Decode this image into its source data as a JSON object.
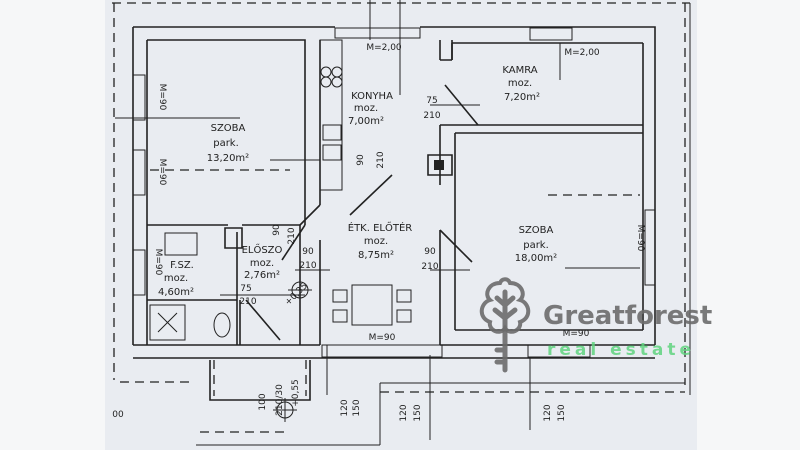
{
  "rooms": [
    {
      "name": "SZOBA",
      "floor": "park.",
      "area": "13,20m²"
    },
    {
      "name": "KONYHA",
      "floor": "moz.",
      "area": "7,00m²"
    },
    {
      "name": "KAMRA",
      "floor": "moz.",
      "area": "7,20m²"
    },
    {
      "name": "ÉTK. ELŐTÉR",
      "floor": "moz.",
      "area": "8,75m²"
    },
    {
      "name": "SZOBA",
      "floor": "park.",
      "area": "18,00m²"
    },
    {
      "name": "F.SZ.",
      "floor": "moz.",
      "area": "4,60m²"
    },
    {
      "name": "ELŐSZO",
      "floor": "moz.",
      "area": "2,76m²"
    }
  ],
  "dimensions": {
    "window_kitchen": "M=2,00",
    "window_kamra": "M=2,00",
    "window_left_1": "M=90",
    "window_left_2": "M=90",
    "window_fsz": "M=90",
    "window_right": "M=90",
    "window_bottom_1": "M=90",
    "window_bottom_2": "M=90",
    "door_kamra_w": "75",
    "door_kamra_h": "210",
    "door_kitchen_w": "90",
    "door_kitchen_h": "210",
    "door_eloter_w": "90",
    "door_eloter_h": "210",
    "door_szoba_w": "90",
    "door_szoba_h": "210",
    "door_eloszo_w": "90",
    "door_eloszo_h": "210",
    "door_fsz_w": "75",
    "door_fsz_h": "210",
    "level_entry": "+0,35",
    "level_porch": "+0,55",
    "porch_1": "100",
    "porch_2": "210/30",
    "bottom_1": "120",
    "bottom_2": "150",
    "bottom_3": "120",
    "bottom_4": "150",
    "bottom_5": "120",
    "bottom_6": "150",
    "corner_left": "00"
  },
  "logo": {
    "name": "Greatforest",
    "tagline": "real estate",
    "color_main": "#6b6b6b",
    "color_tag": "#5fd47f"
  }
}
